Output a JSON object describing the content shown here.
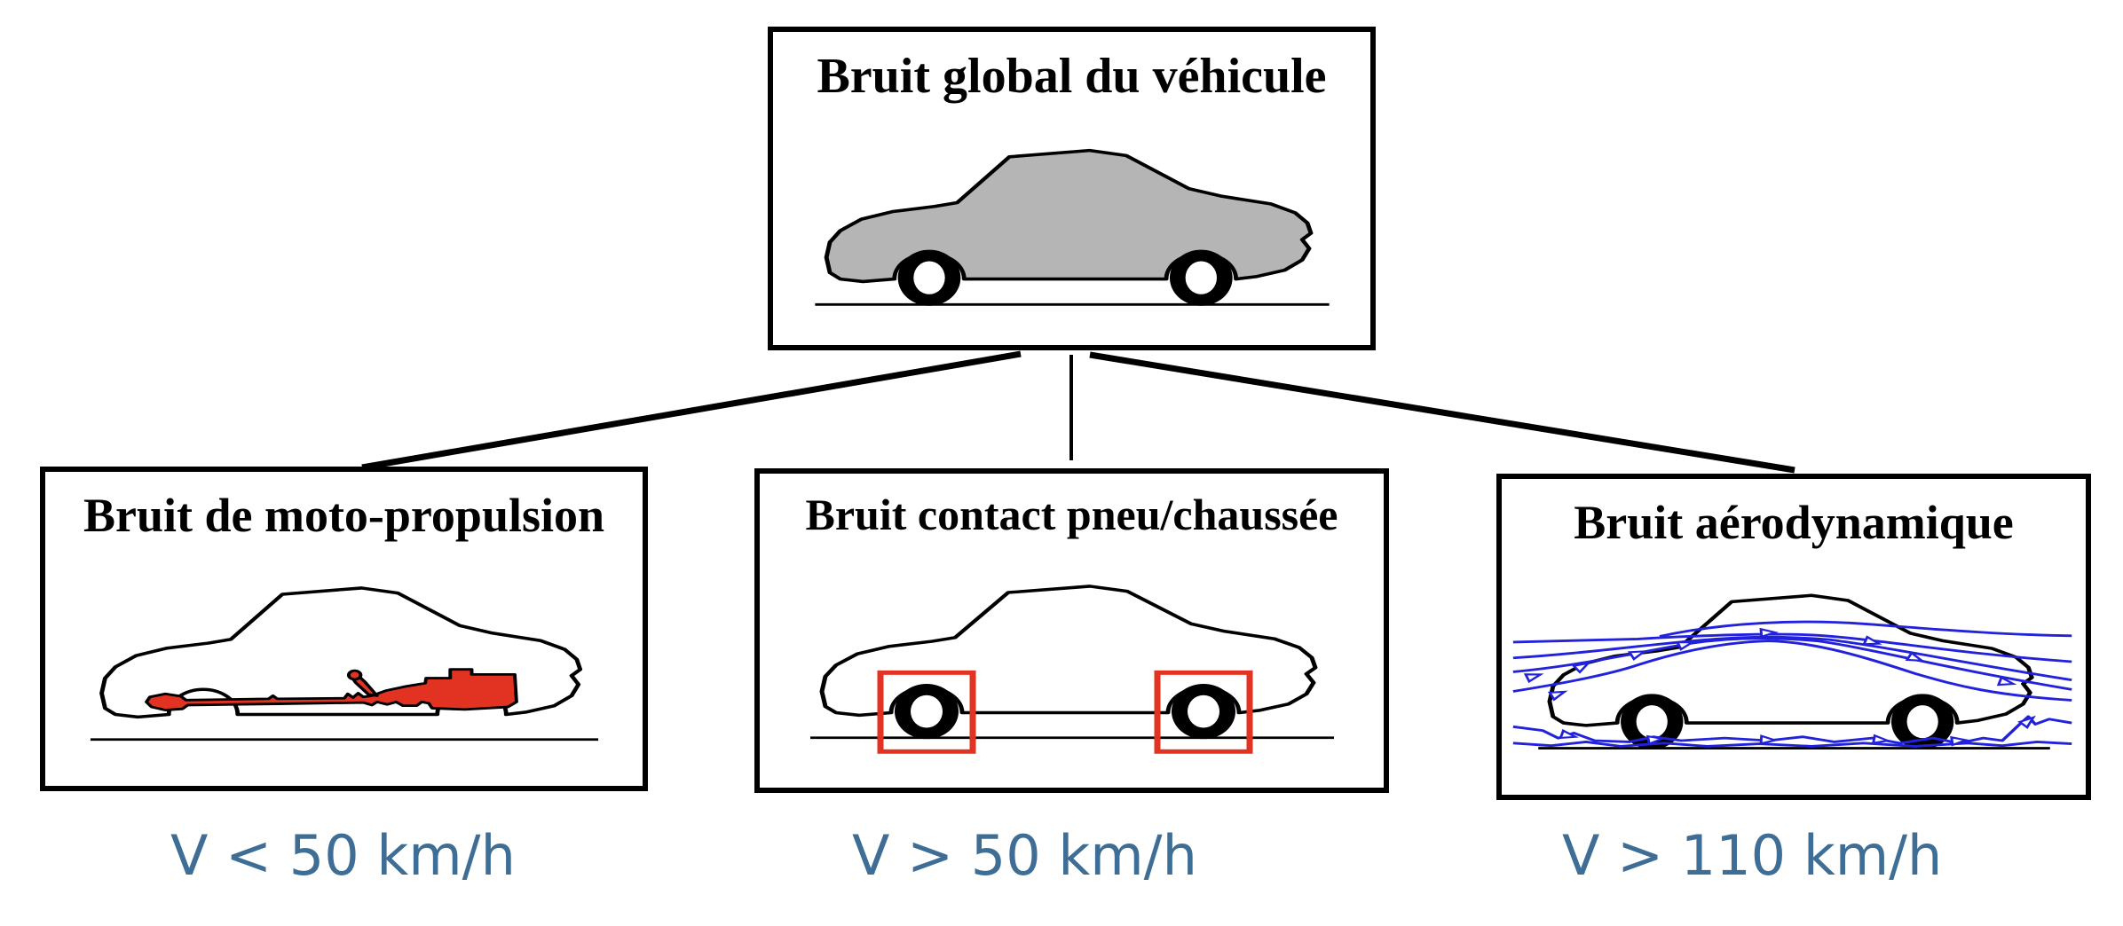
{
  "diagram": {
    "root": {
      "title": "Bruit global du véhicule",
      "illustration": "gray-sedan-car-icon"
    },
    "children": [
      {
        "title": "Bruit de moto-propulsion",
        "speed_label": "V < 50 km/h",
        "illustration": "car-engine-drivetrain-highlighted-icon"
      },
      {
        "title": "Bruit contact pneu/chaussée",
        "speed_label": "V > 50 km/h",
        "illustration": "car-wheels-boxed-red-icon"
      },
      {
        "title": "Bruit aérodynamique",
        "speed_label": "V > 110 km/h",
        "illustration": "car-airflow-streamlines-icon"
      }
    ]
  },
  "colors": {
    "car_gray": "#b5b5b5",
    "accent_red": "#e23222",
    "stream_blue": "#2222dd",
    "label_blue": "#3e6e96",
    "outline_black": "#000000"
  }
}
